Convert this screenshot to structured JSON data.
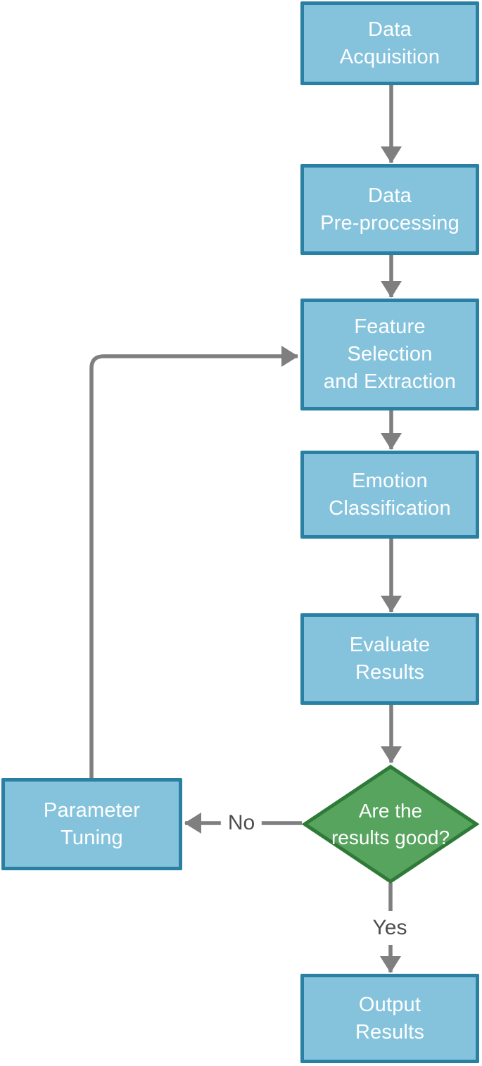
{
  "flowchart": {
    "nodes": [
      {
        "id": "data-acquisition",
        "type": "process",
        "label": "Data\nAcquisition"
      },
      {
        "id": "data-preprocessing",
        "type": "process",
        "label": "Data\nPre-processing"
      },
      {
        "id": "feature-selection",
        "type": "process",
        "label": "Feature\nSelection\nand Extraction"
      },
      {
        "id": "emotion-classification",
        "type": "process",
        "label": "Emotion\nClassification"
      },
      {
        "id": "evaluate-results",
        "type": "process",
        "label": "Evaluate\nResults"
      },
      {
        "id": "decision",
        "type": "decision",
        "label": "Are the\nresults good?"
      },
      {
        "id": "parameter-tuning",
        "type": "process",
        "label": "Parameter\nTuning"
      },
      {
        "id": "output-results",
        "type": "process",
        "label": "Output\nResults"
      }
    ],
    "edge_labels": {
      "no": "No",
      "yes": "Yes"
    },
    "colors": {
      "process_fill": "#85C3DD",
      "process_border": "#2980A2",
      "decision_fill": "#57A45F",
      "decision_border": "#2F7A38",
      "arrow": "#7F7F7F",
      "node_text": "#FFFFFF",
      "edge_label_text": "#4D4D4D"
    }
  }
}
